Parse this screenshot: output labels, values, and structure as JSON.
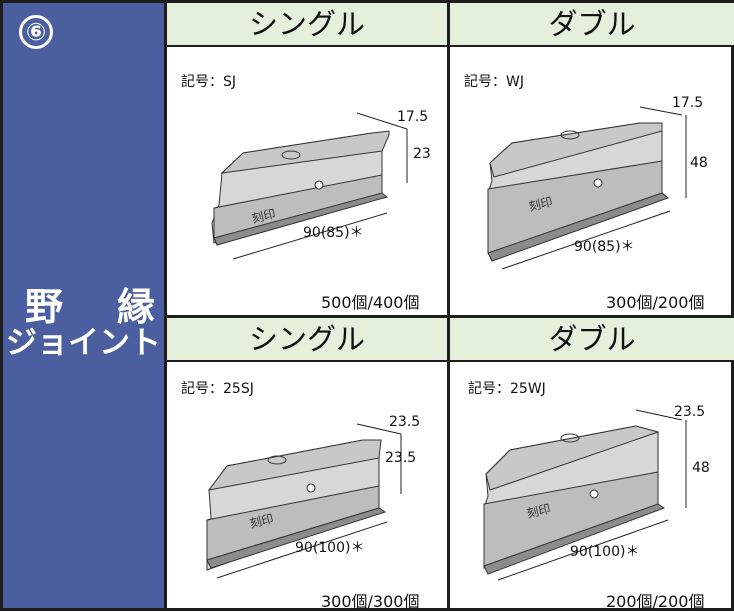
{
  "section": {
    "number": "⑥",
    "title_line1_left": "野",
    "title_line1_right": "縁",
    "title_line2": "ジョイント"
  },
  "rows": [
    {
      "cells": [
        {
          "header": "シングル",
          "code": "記号：SJ",
          "dim_depth": "17.5",
          "dim_height": "23",
          "dim_length": "90(85)＊",
          "stamp": "刻印",
          "count": "500個/400個"
        },
        {
          "header": "ダブル",
          "code": "記号：WJ",
          "dim_depth": "17.5",
          "dim_height": "48",
          "dim_length": "90(85)＊",
          "stamp": "刻印",
          "count": "300個/200個"
        }
      ]
    },
    {
      "cells": [
        {
          "header": "シングル",
          "code": "記号：25SJ",
          "dim_depth": "23.5",
          "dim_height": "23.5",
          "dim_length": "90(100)＊",
          "stamp": "刻印",
          "count": "300個/300個"
        },
        {
          "header": "ダブル",
          "code": "記号：25WJ",
          "dim_depth": "23.5",
          "dim_height": "48",
          "dim_length": "90(100)＊",
          "stamp": "刻印",
          "count": "200個/200個"
        }
      ]
    }
  ],
  "colors": {
    "sidebar": "#4b5e9f",
    "header_bg": "#e4f0db",
    "border": "#1d1d1d"
  }
}
